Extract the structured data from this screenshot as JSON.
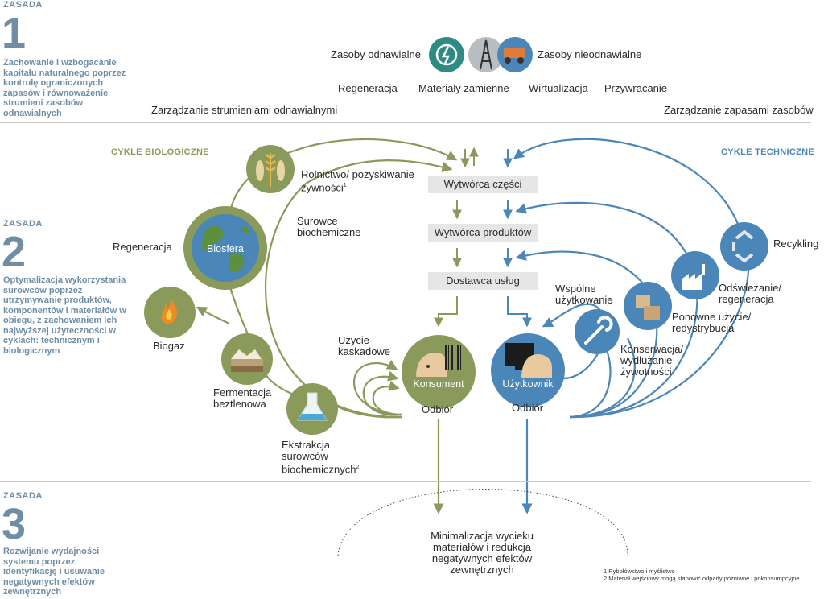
{
  "principles": [
    {
      "label": "ZASADA",
      "number": "1",
      "text": "Zachowanie i wzbogacanie kapitału naturalnego poprzez kontrolę ograniczonych zapasów i równoważenie strumieni zasobów odnawialnych"
    },
    {
      "label": "ZASADA",
      "number": "2",
      "text": "Optymalizacja wykorzystania surowców poprzez utrzymywanie produktów, komponentów i materiałów w obiegu, z zachowaniem ich najwyższej użyteczności w cyklach: technicznym i biologicznym"
    },
    {
      "label": "ZASADA",
      "number": "3",
      "text": "Rozwijanie wydajności systemu poprzez identyfikację i usuwanie negatywnych efektów zewnętrznych"
    }
  ],
  "top": {
    "renewable": "Zasoby odnawialne",
    "nonrenewable": "Zasoby nieodnawialne",
    "row2": [
      "Regeneracja",
      "Materiały zamienne",
      "Wirtualizacja",
      "Przywracanie"
    ],
    "mgmt_left": "Zarządzanie strumieniami odnawialnymi",
    "mgmt_right": "Zarządzanie zapasami zasobów"
  },
  "cycles": {
    "bio": "CYKLE BIOLOGICZNE",
    "tech": "CYKLE TECHNICZNE"
  },
  "bio": {
    "farming": "Rolnictwo/ pozyskiwanie żywności",
    "farming_sup": "1",
    "regeneration": "Regeneracja",
    "biosphere": "Biosfera",
    "raw": "Surowce biochemiczne",
    "biogas": "Biogaz",
    "fermentation": "Fermentacja beztlenowa",
    "cascade": "Użycie kaskadowe",
    "extraction": "Ekstrakcja surowców biochemicznych",
    "extraction_sup": "2"
  },
  "chain": [
    "Wytwórca części",
    "Wytwórca produktów",
    "Dostawca usług"
  ],
  "consumer": "Konsument",
  "user": "Użytkownik",
  "collect": "Odbiór",
  "tech": {
    "recycling": "Recykling",
    "refurbish": "Odświeżanie/ regeneracja",
    "reuse": "Ponowne użycie/ redystrybucja",
    "maintain": "Konserwacja/ wydłużanie żywotności",
    "share": "Wspólne użytkowanie"
  },
  "leakage": "Minimalizacja wycieku materiałów i redukcja negatywnych efektów zewnętrznych",
  "footnotes": [
    "1  Rybołówstwo i myślistwo",
    "2  Materiał wejściowy mogą stanowić odpady pożniwne i pokonsumpcyjne"
  ],
  "colors": {
    "green": "#8a9a5b",
    "blue": "#4a86b8",
    "teal": "#2e8b84",
    "grey": "#e6e6e6",
    "principle": "#6f8ea6"
  }
}
